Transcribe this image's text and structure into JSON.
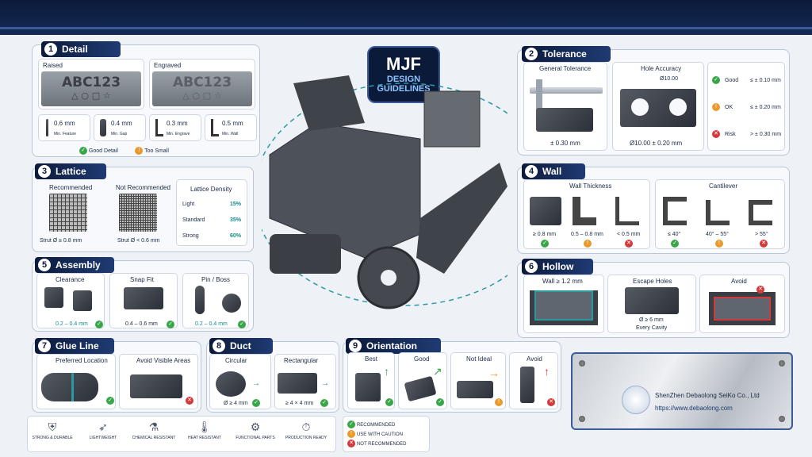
{
  "badge": {
    "title": "MJF",
    "subtitle1": "DESIGN",
    "subtitle2": "GUIDELINES"
  },
  "detail": {
    "num": "1",
    "title": "Detail",
    "raised": "Raised",
    "engraved": "Engraved",
    "plate_text": "ABC123",
    "metrics": [
      {
        "value": "0.6 mm",
        "label": "Min. Feature"
      },
      {
        "value": "0.4 mm",
        "label": "Min. Gap"
      },
      {
        "value": "0.3 mm",
        "label": "Min. Engrave"
      },
      {
        "value": "0.5 mm",
        "label": "Min. Wall"
      }
    ],
    "good": "Good Detail",
    "small": "Too Small"
  },
  "lattice": {
    "num": "3",
    "title": "Lattice",
    "recommended": "Recommended",
    "not_recommended": "Not Recommended",
    "strut_good": "Strut Ø ≥ 0.8 mm",
    "strut_bad": "Strut Ø < 0.6 mm",
    "density_title": "Lattice Density",
    "density": [
      {
        "label": "Light",
        "value": "15%"
      },
      {
        "label": "Standard",
        "value": "35%"
      },
      {
        "label": "Strong",
        "value": "60%"
      }
    ]
  },
  "assembly": {
    "num": "5",
    "title": "Assembly",
    "items": [
      {
        "label": "Clearance",
        "value": "0.2 – 0.4 mm"
      },
      {
        "label": "Snap Fit",
        "value": "0.4 – 0.6 mm"
      },
      {
        "label": "Pin / Boss",
        "value": "0.2 – 0.4 mm"
      }
    ]
  },
  "glue": {
    "num": "7",
    "title": "Glue Line",
    "preferred": "Preferred Location",
    "avoid": "Avoid Visible Areas"
  },
  "duct": {
    "num": "8",
    "title": "Duct",
    "circular": "Circular",
    "rect": "Rectangular",
    "circ_val": "Ø ≥ 4 mm",
    "rect_val": "≥ 4 × 4 mm"
  },
  "orientation": {
    "num": "9",
    "title": "Orientation",
    "best": "Best",
    "good": "Good",
    "not_ideal": "Not Ideal",
    "avoid": "Avoid"
  },
  "tolerance": {
    "num": "2",
    "title": "Tolerance",
    "general": "General Tolerance",
    "general_val": "± 0.30 mm",
    "hole": "Hole Accuracy",
    "hole_dim": "Ø10.00",
    "hole_val": "Ø10.00 ± 0.20 mm",
    "rows": [
      {
        "label": "Good",
        "value": "≤ ± 0.10 mm"
      },
      {
        "label": "OK",
        "value": "≤ ± 0.20 mm"
      },
      {
        "label": "Risk",
        "value": "> ± 0.30 mm"
      }
    ]
  },
  "wall": {
    "num": "4",
    "title": "Wall",
    "thickness": "Wall Thickness",
    "cantilever": "Cantilever",
    "thickness_vals": [
      "≥ 0.8 mm",
      "0.5 – 0.8 mm",
      "< 0.5 mm"
    ],
    "cant_vals": [
      "≤ 40°",
      "40° – 55°",
      "> 55°"
    ]
  },
  "hollow": {
    "num": "6",
    "title": "Hollow",
    "wall": "Wall ≥ 1.2 mm",
    "escape": "Escape Holes",
    "avoid": "Avoid",
    "escape_val1": "Ø ≥ 6 mm",
    "escape_val2": "Every Cavity"
  },
  "legend": {
    "recommended": "RECOMMENDED",
    "caution": "USE WITH CAUTION",
    "not_rec": "NOT RECOMMENDED"
  },
  "features": [
    "STRONG & DURABLE",
    "LIGHTWEIGHT",
    "CHEMICAL RESISTANT",
    "HEAT RESISTANT",
    "FUNCTIONAL PARTS",
    "PRODUCTION READY"
  ],
  "company": {
    "name": "ShenZhen Debaolong SeiKo Co., Ltd",
    "url": "https://www.debaolong.com"
  }
}
